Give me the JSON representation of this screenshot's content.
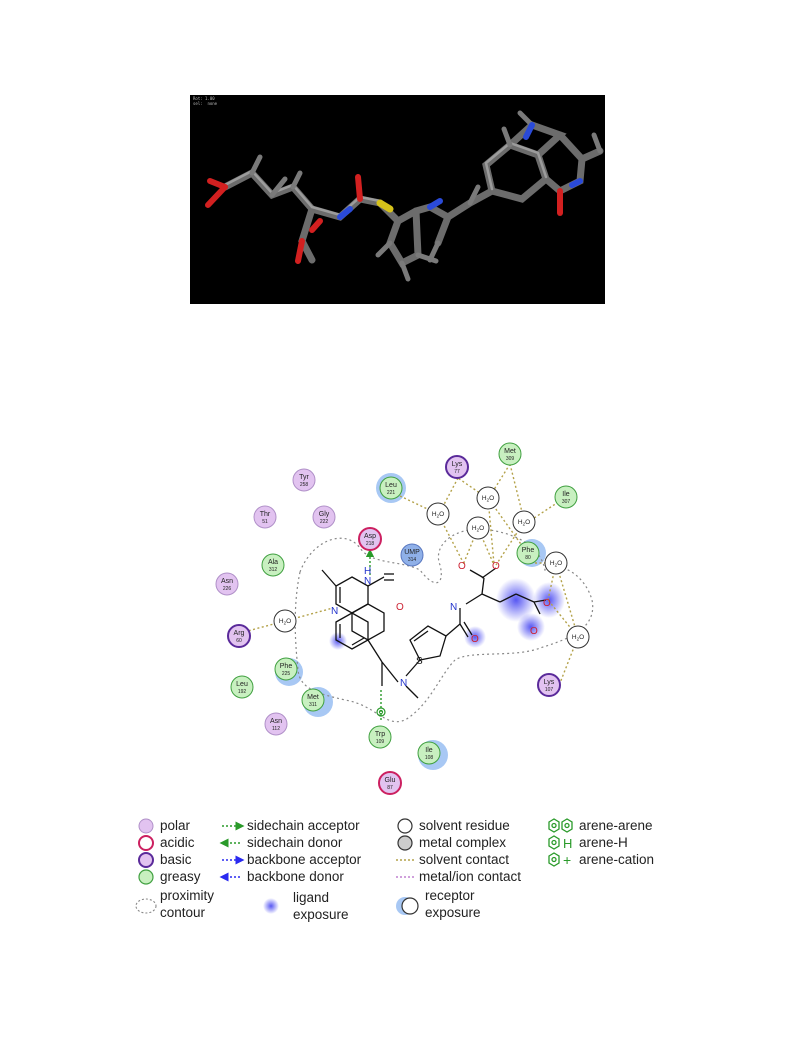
{
  "render_info": {
    "line1": "Rot: 1.00",
    "line2": "sel:  none"
  },
  "residues": [
    {
      "name": "Tyr",
      "num": "258",
      "type": "polar"
    },
    {
      "name": "Thr",
      "num": "51",
      "type": "polar"
    },
    {
      "name": "Gly",
      "num": "222",
      "type": "polar"
    },
    {
      "name": "Leu",
      "num": "221",
      "type": "greasy"
    },
    {
      "name": "Lys",
      "num": "77",
      "type": "basic"
    },
    {
      "name": "Met",
      "num": "309",
      "type": "greasy"
    },
    {
      "name": "Ile",
      "num": "307",
      "type": "greasy"
    },
    {
      "name": "Asp",
      "num": "218",
      "type": "acidic"
    },
    {
      "name": "UMP",
      "num": "314",
      "type": "ligand"
    },
    {
      "name": "Ala",
      "num": "312",
      "type": "greasy"
    },
    {
      "name": "Asn",
      "num": "226",
      "type": "polar"
    },
    {
      "name": "Phe",
      "num": "80",
      "type": "greasy"
    },
    {
      "name": "Arg",
      "num": "60",
      "type": "basic"
    },
    {
      "name": "Phe",
      "num": "225",
      "type": "greasy"
    },
    {
      "name": "Leu",
      "num": "192",
      "type": "greasy"
    },
    {
      "name": "Met",
      "num": "311",
      "type": "greasy"
    },
    {
      "name": "Asn",
      "num": "112",
      "type": "polar"
    },
    {
      "name": "Trp",
      "num": "109",
      "type": "greasy"
    },
    {
      "name": "Ile",
      "num": "108",
      "type": "greasy"
    },
    {
      "name": "Lys",
      "num": "107",
      "type": "basic"
    },
    {
      "name": "Glu",
      "num": "87",
      "type": "acidic"
    }
  ],
  "water_label": "H",
  "water_sub": "2",
  "water_tail": "O",
  "atoms": {
    "n_label": "N",
    "nh_label": "N",
    "h_label": "H",
    "o_label": "O",
    "s_label": "S",
    "o_minus": "O",
    "minus": "-"
  },
  "legend": {
    "polar": "polar",
    "acidic": "acidic",
    "basic": "basic",
    "greasy": "greasy",
    "proximity1": "proximity",
    "proximity2": "contour",
    "sc_acceptor": "sidechain acceptor",
    "sc_donor": "sidechain donor",
    "bb_acceptor": "backbone acceptor",
    "bb_donor": "backbone donor",
    "ligand1": "ligand",
    "ligand2": "exposure",
    "solvent_residue": "solvent residue",
    "metal_complex": "metal complex",
    "solvent_contact": "solvent contact",
    "metal_contact": "metal/ion contact",
    "receptor1": "receptor",
    "receptor2": "exposure",
    "arene_arene": "arene-arene",
    "arene_h": "arene-H",
    "arene_cation": "arene-cation"
  },
  "colors": {
    "polar": "#e2c3f0",
    "greasy": "#c8f0c0",
    "acidic_ring": "#cc2060",
    "basic_ring": "#5a2a9a",
    "ligand_res": "#8fb0e8",
    "hbond_green": "#2a9a2a",
    "solvent_contact": "#b4a24a",
    "exposure_blue": "#6a9ae8"
  }
}
